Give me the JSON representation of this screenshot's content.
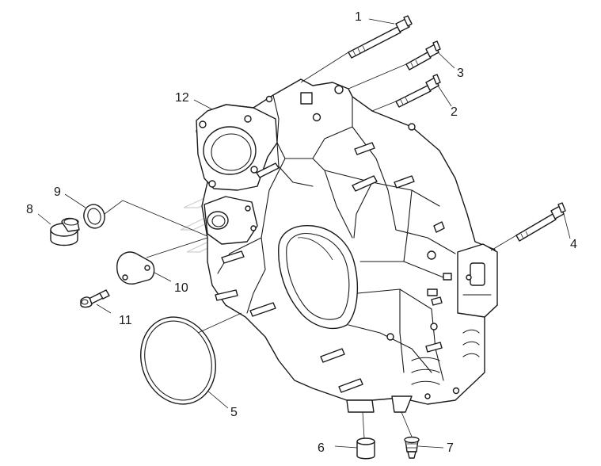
{
  "diagram": {
    "callouts": [
      {
        "label": "1"
      },
      {
        "label": "2"
      },
      {
        "label": "3"
      },
      {
        "label": "4"
      },
      {
        "label": "5"
      },
      {
        "label": "6"
      },
      {
        "label": "7"
      },
      {
        "label": "8"
      },
      {
        "label": "9"
      },
      {
        "label": "10"
      },
      {
        "label": "11"
      },
      {
        "label": "12"
      }
    ]
  }
}
